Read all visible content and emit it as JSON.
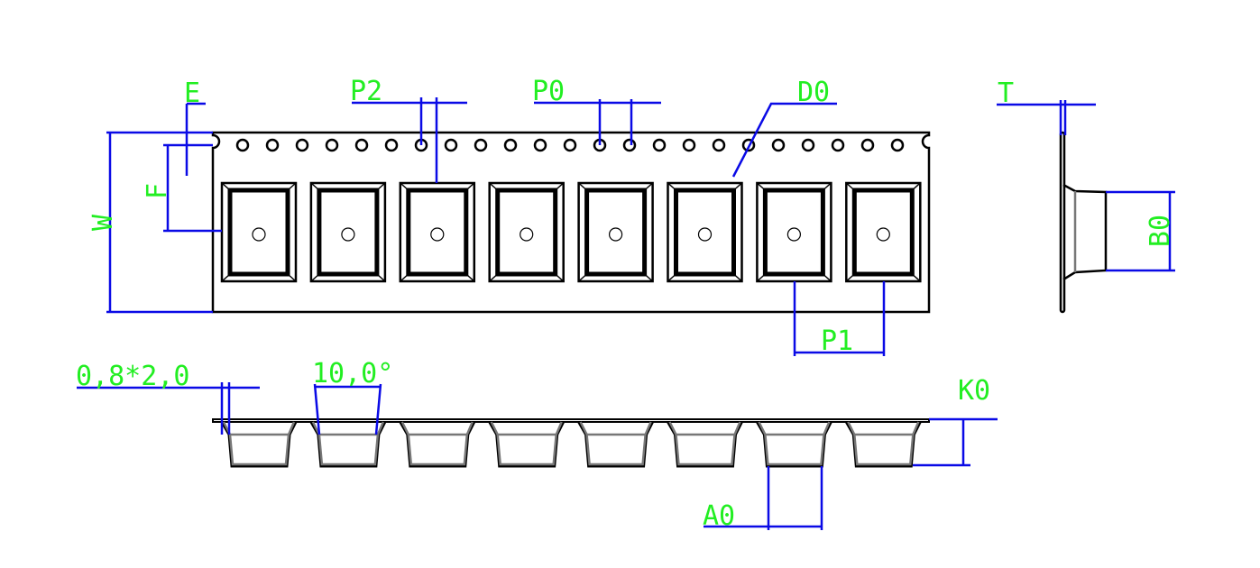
{
  "labels": {
    "E": "E",
    "F": "F",
    "W": "W",
    "P2": "P2",
    "P0": "P0",
    "D0": "D0",
    "P1": "P1",
    "T": "T",
    "B0": "B0",
    "K0": "K0",
    "A0": "A0",
    "chamfer": "0,8*2,0",
    "angle": "10,0°"
  },
  "counts": {
    "pockets": 8,
    "sprocket_holes": 23
  },
  "colors": {
    "dimension": "#0a0ae6",
    "label": "#22ee22",
    "outline": "#000000",
    "side_profile": "#777777"
  }
}
